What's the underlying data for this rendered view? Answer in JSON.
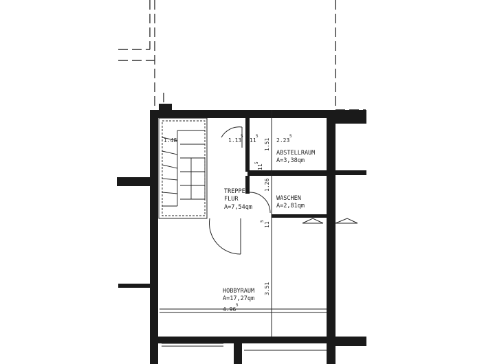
{
  "rooms": [
    {
      "name": "TREPPE",
      "name2": "FLUR",
      "area": "A=7,54qm"
    },
    {
      "name": "ABSTELLRAUM",
      "area": "A=3,38qm"
    },
    {
      "name": "WASCHEN",
      "area": "A=2,81qm"
    },
    {
      "name": "HOBBYRAUM",
      "area": "A=17,27qm"
    }
  ],
  "dimensions": {
    "d_148": "1.48",
    "d_113": "1.13",
    "d_113_sup": "5",
    "d_115": "11",
    "d_115_sup": "5",
    "d_223": "2.23",
    "d_223_sup": "5",
    "d_151": "1.51",
    "d_115b": "11",
    "d_115b_sup": "5",
    "d_126": "1.26",
    "d_11": "11",
    "d_11_sup": "5",
    "d_351": "3.51",
    "d_496": "4.96",
    "d_496_sup": "5"
  },
  "colors": {
    "wall": "#1a1a1a",
    "line": "#222222",
    "background": "#ffffff"
  }
}
